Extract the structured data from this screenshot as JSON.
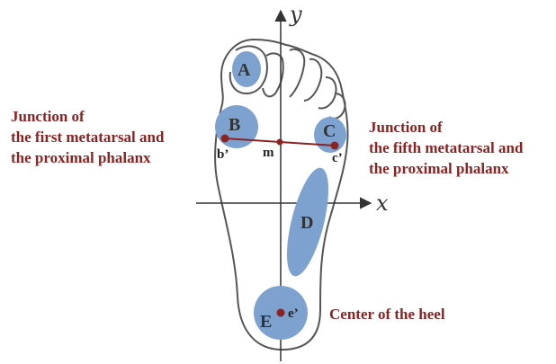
{
  "axes": {
    "x_label": "x",
    "y_label": "y"
  },
  "regions": [
    {
      "id": "A",
      "label": "A"
    },
    {
      "id": "B",
      "label": "B"
    },
    {
      "id": "C",
      "label": "C"
    },
    {
      "id": "D",
      "label": "D"
    },
    {
      "id": "E",
      "label": "E"
    }
  ],
  "points": {
    "b": "b’",
    "c": "c’",
    "m": "m",
    "e": "e’"
  },
  "annotations": {
    "first_metatarsal": [
      "Junction of",
      "the first metatarsal and",
      "the proximal phalanx"
    ],
    "fifth_metatarsal": [
      "Junction of",
      "the fifth metatarsal and",
      "the proximal phalanx"
    ],
    "heel": "Center of the heel"
  },
  "colors": {
    "region_fill": "#7ea2d0",
    "point": "#8b2323",
    "annotation_text": "#8b2323",
    "outline": "#555555"
  }
}
